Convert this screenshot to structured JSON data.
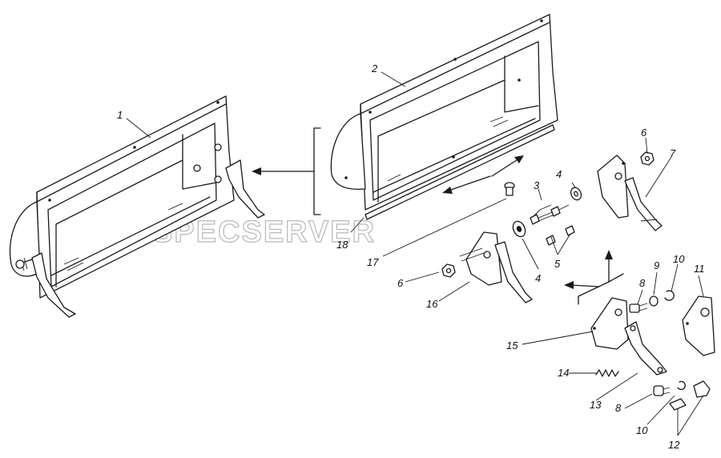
{
  "watermark": "SPECSERVER",
  "callouts": [
    {
      "id": "c1",
      "text": "1"
    },
    {
      "id": "c2",
      "text": "2"
    },
    {
      "id": "c3",
      "text": "3"
    },
    {
      "id": "c4a",
      "text": "4"
    },
    {
      "id": "c4b",
      "text": "4"
    },
    {
      "id": "c5",
      "text": "5"
    },
    {
      "id": "c6a",
      "text": "6"
    },
    {
      "id": "c6b",
      "text": "6"
    },
    {
      "id": "c7",
      "text": "7"
    },
    {
      "id": "c8a",
      "text": "8"
    },
    {
      "id": "c8b",
      "text": "8"
    },
    {
      "id": "c9",
      "text": "9"
    },
    {
      "id": "c10a",
      "text": "10"
    },
    {
      "id": "c10b",
      "text": "10"
    },
    {
      "id": "c11",
      "text": "11"
    },
    {
      "id": "c12",
      "text": "12"
    },
    {
      "id": "c13",
      "text": "13"
    },
    {
      "id": "c14",
      "text": "14"
    },
    {
      "id": "c15",
      "text": "15"
    },
    {
      "id": "c16",
      "text": "16"
    },
    {
      "id": "c17",
      "text": "17"
    },
    {
      "id": "c18",
      "text": "18"
    }
  ]
}
